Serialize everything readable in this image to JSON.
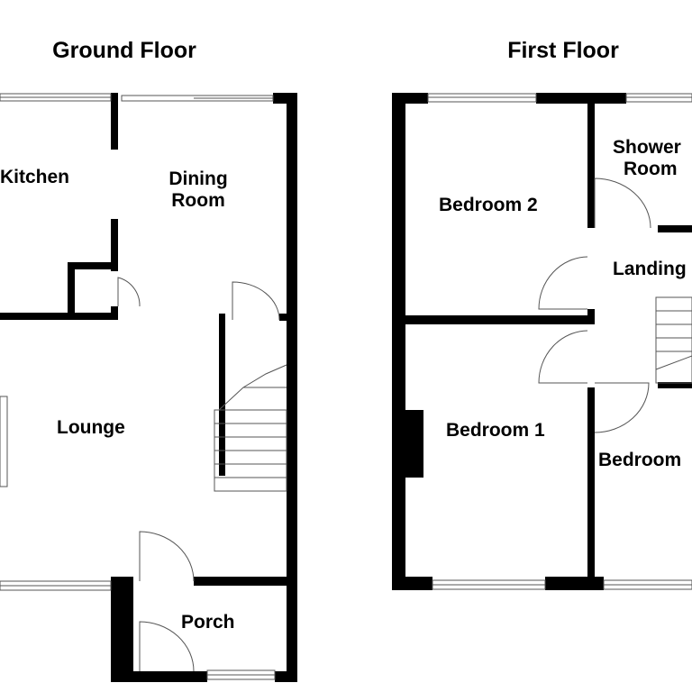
{
  "titles": {
    "ground": "Ground Floor",
    "first": "First Floor"
  },
  "ground_rooms": {
    "kitchen": "Kitchen",
    "dining_1": "Dining",
    "dining_2": "Room",
    "lounge": "Lounge",
    "porch": "Porch"
  },
  "first_rooms": {
    "shower_1": "Shower",
    "shower_2": "Room",
    "bedroom2": "Bedroom 2",
    "landing": "Landing",
    "bedroom1": "Bedroom 1",
    "bedroom3": "Bedroom"
  },
  "colors": {
    "wall": "#000000",
    "background": "#ffffff",
    "line": "#555555"
  }
}
